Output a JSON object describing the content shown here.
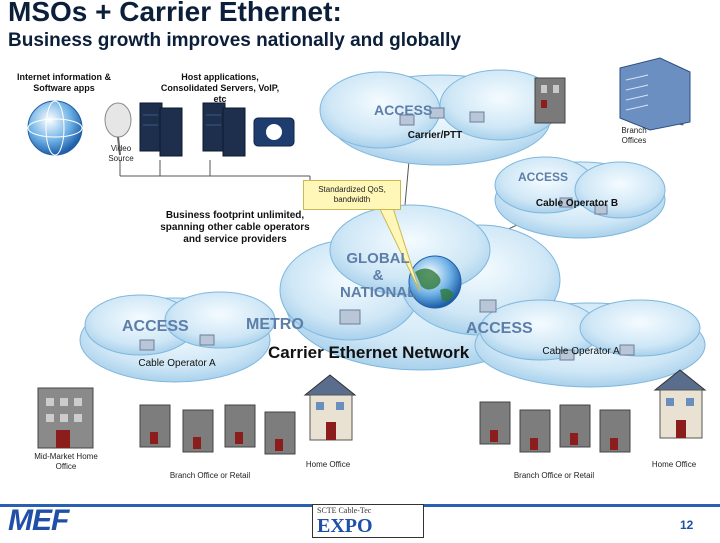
{
  "title": "MSOs + Carrier Ethernet:",
  "subtitle": "Business  growth improves nationally and globally",
  "labels": {
    "internet_apps": "Internet information & Software apps",
    "host_apps": "Host applications, Consolidated Servers, VoIP, etc",
    "video_source": "Video Source",
    "carrier_ptt": "Carrier/PTT",
    "branch_offices_top": "Branch Offices",
    "standardized_qos": "Standardized QoS, bandwidth",
    "cable_operator_b": "Cable Operator B",
    "business_footprint": "Business footprint unlimited, spanning other cable operators and service providers",
    "global_national": "GLOBAL & NATIONAL",
    "access_top": "ACCESS",
    "access_right": "ACCESS",
    "access_left": "ACCESS",
    "access_bottom_right": "ACCESS",
    "metro": "METRO",
    "carrier_ethernet_network": "Carrier Ethernet Network",
    "cable_operator_a_left": "Cable Operator A",
    "cable_operator_a_right": "Cable Operator A",
    "mid_market": "Mid-Market Home Office",
    "branch_retail_left": "Branch Office or Retail",
    "home_office_center": "Home Office",
    "branch_retail_right": "Branch Office or Retail",
    "home_office_right": "Home Office"
  },
  "footer": {
    "logo": "MEF",
    "expo_top": "SCTE Cable-Tec",
    "expo_big": "EXPO",
    "page_number": "12"
  }
}
